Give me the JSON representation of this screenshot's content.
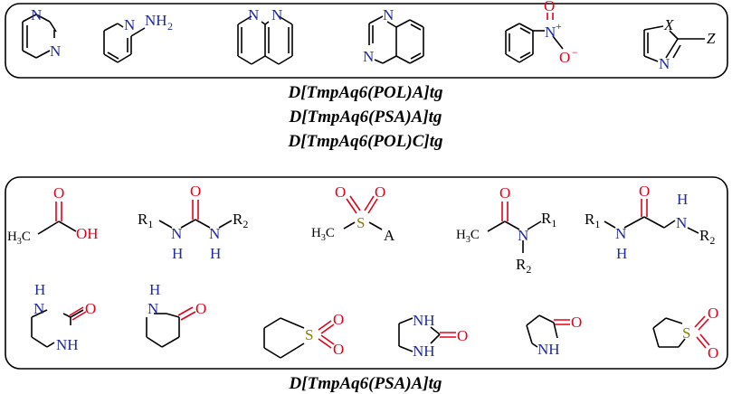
{
  "colors": {
    "bond": "#000000",
    "nitrogen": "#1f2a9c",
    "oxygen": "#e3001b",
    "sulfur": "#8a7d00",
    "frame": "#000000"
  },
  "captions": [
    "D[TmpAq6(POL)A]tg",
    "D[TmpAq6(PSA)A]tg",
    "D[TmpAq6(POL)C]tg",
    "D[TmpAq6(PSA)A]tg"
  ],
  "labels": {
    "N": "N",
    "NH": "NH",
    "NH2": "NH",
    "sub2": "2",
    "O": "O",
    "OH": "OH",
    "Oneg": "O",
    "neg": "−",
    "Nplus": "N",
    "plus": "+",
    "S": "S",
    "H": "H",
    "H3C": "H",
    "sub3": "3",
    "C": "C",
    "A": "A",
    "X": "X",
    "Z": "Z",
    "R1": "R",
    "R2": "R",
    "sub1": "1"
  }
}
